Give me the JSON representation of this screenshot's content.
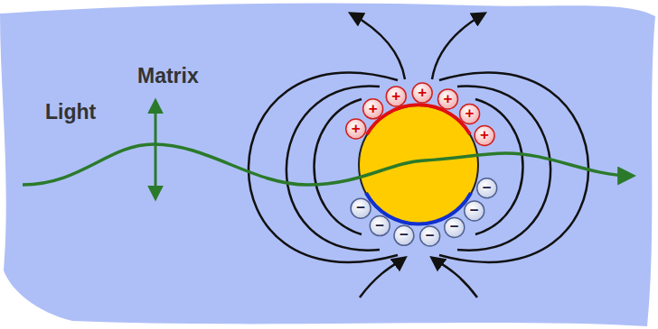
{
  "diagram": {
    "labels": [
      "Matrix",
      "Light",
      "+",
      "+",
      "+",
      "+",
      "+",
      "+",
      "+",
      "−",
      "−",
      "−",
      "−",
      "−",
      "−",
      "−"
    ]
  }
}
